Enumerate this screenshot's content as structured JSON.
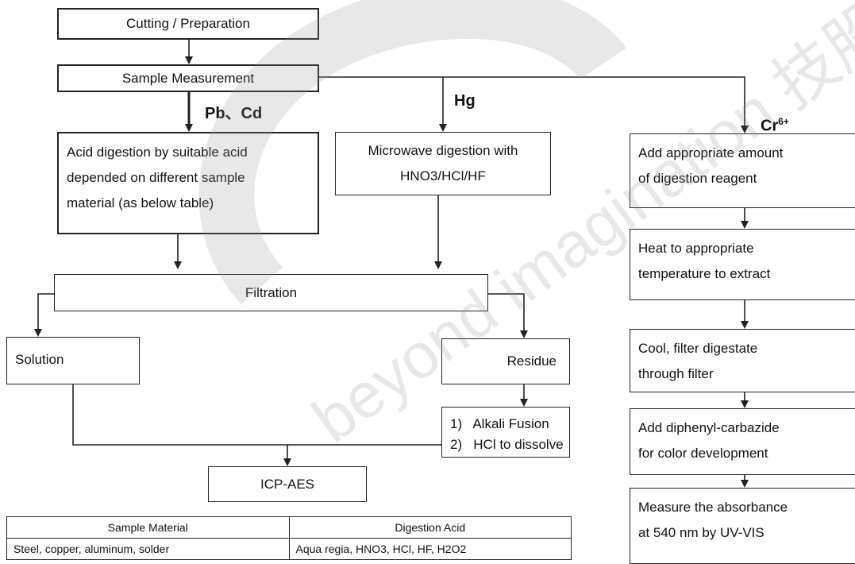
{
  "steps": {
    "cutting": "Cutting / Preparation",
    "sample_measurement": "Sample Measurement",
    "acid_digestion": [
      "Acid digestion by suitable acid",
      "depended on different sample",
      "material (as below table)"
    ],
    "microwave": [
      "Microwave digestion with",
      "HNO3/HCl/HF"
    ],
    "filtration": "Filtration",
    "solution": "Solution",
    "residue": "Residue",
    "alkali": [
      "1)   Alkali Fusion",
      "2)   HCl to dissolve"
    ],
    "icp": "ICP-AES"
  },
  "labels": {
    "pbcd": "Pb、Cd",
    "hg": "Hg",
    "cr6": "Cr",
    "cr6_sup": "6+"
  },
  "cr_steps": [
    [
      "Add appropriate amount",
      "of digestion reagent"
    ],
    [
      "Heat to appropriate",
      "temperature to extract"
    ],
    [
      "Cool, filter digestate",
      "through filter"
    ],
    [
      "Add diphenyl-carbazide",
      "for color development"
    ],
    [
      "Measure the absorbance",
      "at 540 nm by UV-VIS"
    ]
  ],
  "table": {
    "headers": [
      "Sample Material",
      "Digestion Acid"
    ],
    "rows": [
      [
        "Steel, copper, aluminum, solder",
        "Aqua regia, HNO3, HCl, HF, H2O2"
      ]
    ]
  },
  "watermark": "beyond imagination 技股份有限公司"
}
